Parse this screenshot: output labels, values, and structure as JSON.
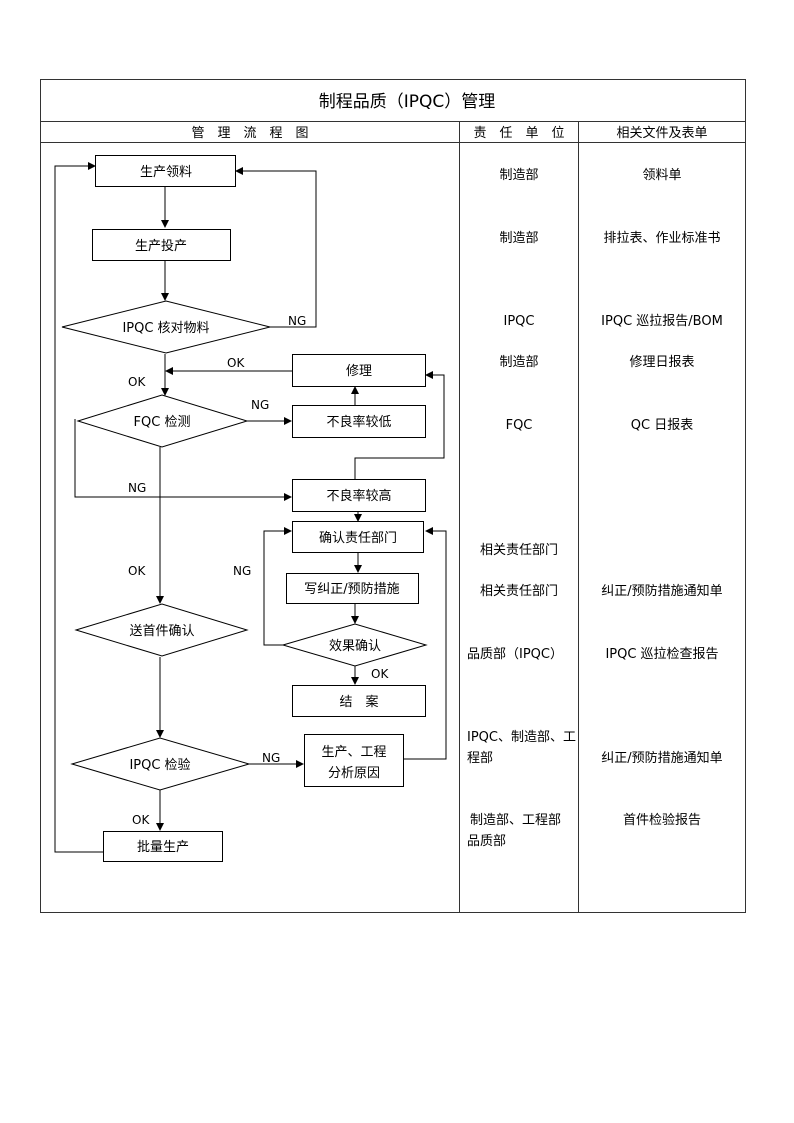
{
  "title": "制程品质（IPQC）管理",
  "headers": {
    "flow": "管　理　流　程　图",
    "dept": "责　任　单　位",
    "docs": "相关文件及表单"
  },
  "nodes": {
    "pick": "生产领料",
    "produce": "生产投产",
    "ipqc_check": "IPQC 核对物料",
    "repair": "修理",
    "fqc": "FQC 检测",
    "low_defect": "不良率较低",
    "high_defect": "不良率较高",
    "confirm_dept": "确认责任部门",
    "corrective": "写纠正/预防措施",
    "effect": "效果确认",
    "close": "结　案",
    "first_article": "送首件确认",
    "analyze_1": "生产、工程",
    "analyze_2": "分析原因",
    "ipqc_inspect": "IPQC 检验",
    "mass": "批量生产"
  },
  "edge_labels": {
    "ng_ipqc": "NG",
    "ok_repair": "OK",
    "ok_ipqc": "OK",
    "ng_fqc_low": "NG",
    "ng_fqc_high": "NG",
    "ok_fqc": "OK",
    "ng_effect": "NG",
    "ok_effect": "OK",
    "ng_inspect": "NG",
    "ok_inspect": "OK"
  },
  "departments": [
    "制造部",
    "制造部",
    "IPQC",
    "制造部",
    "FQC",
    "相关责任部门",
    "相关责任部门",
    "品质部（IPQC）",
    "IPQC、制造部、工",
    "程部",
    "制造部、工程部",
    "品质部"
  ],
  "documents": [
    "领料单",
    "排拉表、作业标准书",
    "IPQC 巡拉报告/BOM",
    "修理日报表",
    "QC 日报表",
    "纠正/预防措施通知单",
    "IPQC 巡拉检查报告",
    "纠正/预防措施通知单",
    "首件检验报告"
  ]
}
